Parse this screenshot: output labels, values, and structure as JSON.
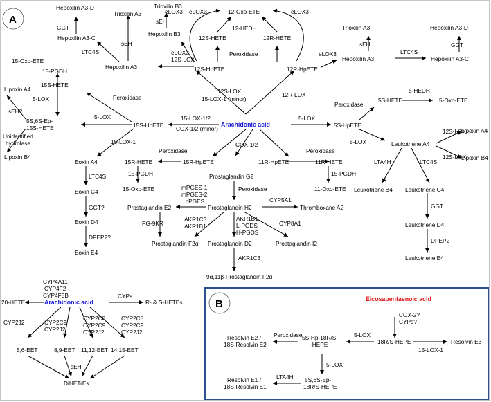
{
  "panel_a": {
    "badge": "A",
    "aa": "Arachidonic acid",
    "n_12oxo": "12-Oxo-ETE",
    "n_12hedh": "12-HEDH",
    "n_12shete": "12S-HETE",
    "n_12rhete": "12R-HETE",
    "n_perox_top": "Peroxidase",
    "n_elox3_l": "eLOX3",
    "n_elox3_r": "eLOX3",
    "n_12shpete": "12S-HpETE",
    "n_12rhpete": "12R-HpETE",
    "n_12slox": "12S-LOX",
    "n_15lox1minor_top": "15-LOX-1 (minor)",
    "n_12rlox": "12R-LOX",
    "n_hepA3_d_l": "Hepoxilin A3-D",
    "n_ggt_l": "GGT",
    "n_hepA3_c_l": "Hepoxilin A3-C",
    "n_ltc4s_l": "LTC4S",
    "n_hepA3_l": "Hepoxilin A3",
    "n_triA3_l": "Trioxilin A3",
    "n_seh_l": "sEH",
    "n_triB3": "Trioxilin B3",
    "n_seh_b3": "sEH",
    "n_hepB3": "Hepoxilin B3",
    "n_elox3_b": "eLOX3",
    "n_elox3_b2": "eLOX3",
    "n_12slox_b": "12S-LOX",
    "n_elox3_hr": "eLOX3",
    "n_hepA3_r": "Hepoxilin A3",
    "n_triA3_r": "Trioxilin A3",
    "n_seh_r": "sEH",
    "n_ltc4s_r": "LTC4S",
    "n_hepA3_c_r": "Hepoxilin A3-C",
    "n_ggt_r": "GGT",
    "n_hepA3_d_r": "Hepoxilin A3-D",
    "n_15oxoete_l": "15-Oxo-ETE",
    "n_15pgdh_l": "15-PGDH",
    "n_15shete": "15S-HETE",
    "n_perox_15": "Peroxidase",
    "n_5lox_a": "5-LOX",
    "n_5lox_b": "5-LOX",
    "n_lipA4_l": "Lipoxin A4",
    "n_seh_q": "sEH?",
    "n_5s6s": "5S,6S-Ep-",
    "n_5s6s_b": "15S-HETE",
    "n_unid1": "Unidentified",
    "n_unid2": "hydrolase",
    "n_lipB4_l": "Lipoxin B4",
    "n_15shpete": "15S-HpETE",
    "n_15lox12": "15-LOX-1/2",
    "n_cox12m": "COX-1/2 (minor)",
    "n_15lox1": "15-LOX-1",
    "n_eoxA4": "Eoxin A4",
    "n_ltc4s_e": "LTC4S",
    "n_eoxC4": "Eoxin C4",
    "n_ggtq": "GGT?",
    "n_eoxD4": "Eoxin D4",
    "n_dpep2q": "DPEP2?",
    "n_eoxE4": "Eoxin E4",
    "n_5lox_r": "5-LOX",
    "n_5shpete": "5S-HpETE",
    "n_perox_5": "Peroxidase",
    "n_5shete": "5S-HETE",
    "n_5hedh": "5-HEDH",
    "n_5oxo": "5-Oxo-ETE",
    "n_5lox_lt": "5-LOX",
    "n_ltA4": "Leukotriene A4",
    "n_12slox_r1": "12S-LOX",
    "n_12slox_r2": "12S-LOX",
    "n_lipA4_r": "Lipoxin A4",
    "n_lipB4_r": "Lipoxin B4",
    "n_lta4h": "LTA4H",
    "n_ltc4s_lt": "LTC4S",
    "n_ltB4": "Leukotriene B4",
    "n_ltC4": "Leukotriene C4",
    "n_ggt_lt": "GGT",
    "n_ltD4": "Leukotriene D4",
    "n_dpep2": "DPEP2",
    "n_ltE4": "Leukotriene E4",
    "n_cox12": "COX-1/2",
    "n_perox_15r": "Peroxidase",
    "n_perox_11r": "Peroxidase",
    "n_15rhete": "15R-HETE",
    "n_15rhpete": "15R-HpETE",
    "n_11rhpete": "11R-HpETE",
    "n_11rhete": "11R-HETE",
    "n_15pgdh_m": "15-PGDH",
    "n_15pgdh_r": "15-PGDH",
    "n_15oxo_m": "15-Oxo-ETE",
    "n_11oxo": "11-Oxo-ETE",
    "n_pgg2": "Prostaglandin G2",
    "n_perox_pg": "Peroxidase",
    "n_mpges1": "mPGES-1",
    "n_mpges2": "mPGES-2",
    "n_cpges": "cPGES",
    "n_pge2": "Prostaglandin E2",
    "n_pgh2": "Prostaglandin H2",
    "n_cyp5a1": "CYP5A1",
    "n_txa2": "Thromboxane A2",
    "n_pg9kr": "PG-9KR",
    "n_akr1c3_l": "AKR1C3",
    "n_akr1b1_l": "AKR1B1",
    "n_akr1b1_c": "AKR1B1",
    "n_lpgds": "L-PGDS",
    "n_hpgds": "H-PGDS",
    "n_cyp8a1": "CYP8A1",
    "n_pgf2a": "Prostaglandin F2α",
    "n_pgd2": "Prostaglandin D2",
    "n_pgi2": "Prostaglandin I2",
    "n_akr1c3_b": "AKR1C3",
    "n_9a11b": "9α,11β-Prostaglandin F2α"
  },
  "cyp_section": {
    "aa": "Arachidonic acid",
    "cyp4a11": "CYP4A11",
    "cyp4f2": "CYP4F2",
    "cyp4f3b": "CYP4F3B",
    "hete20": "20-HETE",
    "cyps": "CYPs",
    "rshetes": "R- & S-HETEs",
    "cyp2j2_a": "CYP2J2",
    "cyp2c9_a": "CYP2C9",
    "cyp2j2_b": "CYP2J2",
    "cyp2c8_a": "CYP2C8",
    "cyp2c9_b": "CYP2C9",
    "cyp2j2_c": "CYP2J2",
    "cyp2c8_b": "CYP2C8",
    "cyp2c9_c": "CYP2C9",
    "cyp2j2_d": "CYP2J2",
    "eet56": "5,6-EET",
    "eet89": "8,9-EET",
    "eet1112": "11,12-EET",
    "eet1415": "14,15-EET",
    "seh": "sEH",
    "dihetres": "DiHETrEs"
  },
  "panel_b": {
    "badge": "B",
    "epa": "Eicosapentaenoic acid",
    "cox2q": "COX-2?",
    "cypsq": "CYPs?",
    "hepe18": "18R/S-HEPE",
    "lox15_1": "15-LOX-1",
    "resE3": "Resolvin E3",
    "lox5_a": "5-LOX",
    "hp18_1": "5S-Hp-18R/S",
    "hp18_2": "-HEPE",
    "perox": "Peroxidase",
    "resE2_1": "Resolvin E2 /",
    "resE2_2": "18S-Resolvin E2",
    "lox5_b": "5-LOX",
    "ep_1": "5S,6S-Ep-",
    "ep_2": "18R/S-HEPE",
    "lta4h": "LTA4H",
    "resE1_1": "Resolvin E1 /",
    "resE1_2": "18S-Resolvin E1"
  },
  "colors": {
    "aa": "#1a1ad6",
    "epa": "#e01818",
    "box_b": "#2e4f8f"
  }
}
